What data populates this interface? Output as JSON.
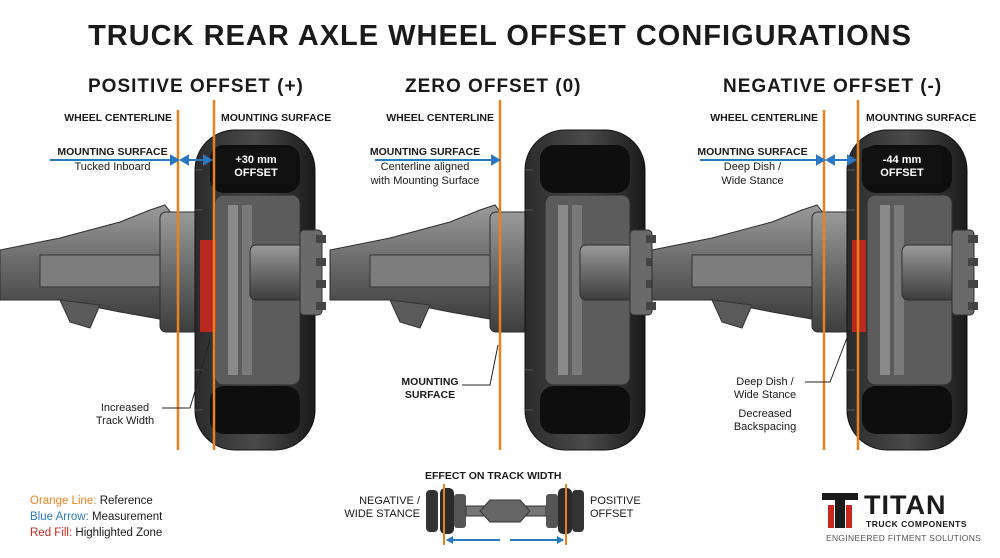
{
  "title": "TRUCK REAR AXLE WHEEL OFFSET CONFIGURATIONS",
  "panels": [
    {
      "heading": "POSITIVE OFFSET (+)",
      "wheel_centerline": "WHEEL CENTERLINE",
      "mounting_surface": "MOUNTING SURFACE",
      "ms_label": "MOUNTING SURFACE",
      "ms_sub": "Tucked Inboard",
      "offset_line1": "+30 mm",
      "offset_line2": "OFFSET",
      "note1": "Increased",
      "note2": "Track Width"
    },
    {
      "heading": "ZERO OFFSET (0)",
      "wheel_centerline": "WHEEL CENTERLINE",
      "ms_label": "MOUNTING SURFACE",
      "ms_sub1": "Centerline aligned",
      "ms_sub2": "with Mounting Surface",
      "bottom1": "MOUNTING",
      "bottom2": "SURFACE"
    },
    {
      "heading": "NEGATIVE OFFSET (-)",
      "wheel_centerline": "WHEEL CENTERLINE",
      "mounting_surface": "MOUNTING SURFACE",
      "ms_label": "MOUNTING SURFACE",
      "ms_sub1": "Deep Dish /",
      "ms_sub2": "Wide Stance",
      "offset_line1": "-44 mm",
      "offset_line2": "OFFSET",
      "note_a1": "Deep Dish /",
      "note_a2": "Wide Stance",
      "note_b1": "Decreased",
      "note_b2": "Backspacing"
    }
  ],
  "legend": [
    {
      "key": "Orange Line:",
      "value": " Reference",
      "color": "#e8821e"
    },
    {
      "key": "Blue Arrow:",
      "value": " Measurement",
      "color": "#2a78c2"
    },
    {
      "key": "Red Fill:",
      "value": " Highlighted Zone",
      "color": "#c8281e"
    }
  ],
  "track": {
    "title": "EFFECT ON TRACK WIDTH",
    "left1": "NEGATIVE /",
    "left2": "WIDE STANCE",
    "right1": "POSITIVE",
    "right2": "OFFSET"
  },
  "brand": {
    "name": "TITAN",
    "sub": "TRUCK COMPONENTS",
    "tagline": "ENGINEERED FITMENT SOLUTIONS"
  },
  "colors": {
    "reference": "#e8821e",
    "measurement": "#2a78c2",
    "highlight": "#c8281e",
    "metal": "#6e6e6e",
    "tire": "#1c1c1c"
  },
  "icons": [
    "wheel-assembly-illustration",
    "axle-illustration",
    "titan-logo-icon"
  ]
}
